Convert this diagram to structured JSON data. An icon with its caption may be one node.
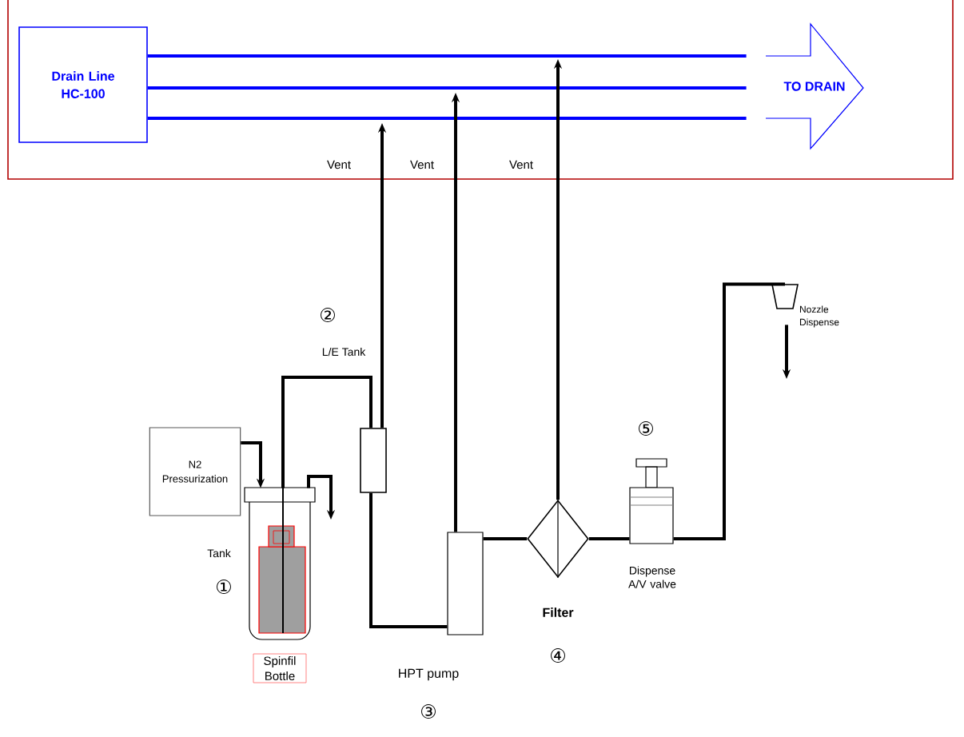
{
  "diagram": {
    "nodes": [
      {
        "text": [
          "Drain Line HC-100"
        ]
      },
      {
        "text": [
          "TO DRAIN"
        ]
      },
      {
        "text": [
          "N2 Pressurization"
        ]
      },
      {
        "text": [],
        "shape": "cylinder",
        "beside": [
          "Tank",
          "①"
        ]
      },
      {
        "text": [],
        "shape": "box",
        "beside": [
          "②",
          "L/E Tank"
        ]
      },
      {
        "text": [],
        "shape": "box",
        "beside": [
          "HPT pump",
          "③"
        ]
      },
      {
        "text": [],
        "shape": "diamond",
        "beside": [
          "Filter",
          "④"
        ]
      },
      {
        "text": [],
        "shape": "box",
        "beside": [
          "⑤",
          "Dispense A/V valve"
        ]
      },
      {
        "text": [],
        "shape": "cone",
        "beside": [
          "Nozzle Dispense"
        ]
      }
    ],
    "edges": [
      {
        "from": 0,
        "to": 1,
        "arrow": "none",
        "color": "#0000ff"
      },
      {
        "from": 0,
        "to": 1,
        "arrow": "none",
        "color": "#0000ff"
      },
      {
        "from": 0,
        "to": 1,
        "arrow": "none",
        "color": "#0000ff"
      },
      {
        "from": 4,
        "to": null,
        "arrow": "to",
        "label": "Vent"
      },
      {
        "from": 5,
        "to": null,
        "arrow": "to",
        "label": "Vent"
      },
      {
        "from": 6,
        "to": null,
        "arrow": "to",
        "label": "Vent"
      },
      {
        "from": 2,
        "to": 3,
        "arrow": "to"
      },
      {
        "from": 3,
        "to": null,
        "arrow": "to"
      },
      {
        "from": 3,
        "to": 4,
        "arrow": "none"
      },
      {
        "from": 4,
        "to": 5,
        "arrow": "none"
      },
      {
        "from": 5,
        "to": 6,
        "arrow": "none"
      },
      {
        "from": 6,
        "to": 7,
        "arrow": "none"
      },
      {
        "from": 7,
        "to": 8,
        "arrow": "none"
      },
      {
        "from": 8,
        "to": null,
        "arrow": "to"
      }
    ],
    "labels": [
      "Spinfil Bottle"
    ]
  }
}
